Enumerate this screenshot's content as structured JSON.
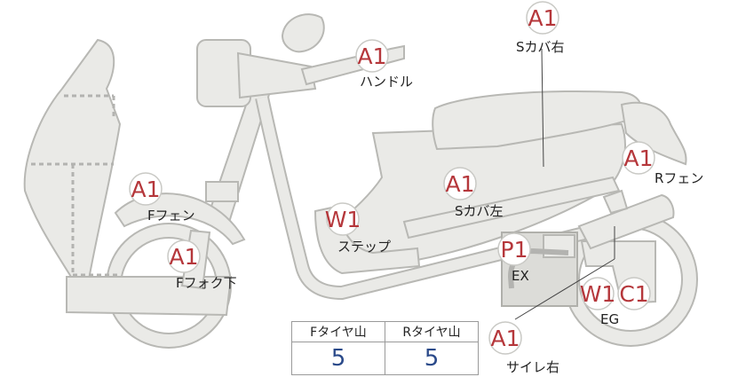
{
  "parts": [
    {
      "id": "s-cover-right",
      "grade": "A1",
      "label": "Sカバ右"
    },
    {
      "id": "handle",
      "grade": "A1",
      "label": "ハンドル"
    },
    {
      "id": "r-fender",
      "grade": "A1",
      "label": "Rフェン"
    },
    {
      "id": "f-fender",
      "grade": "A1",
      "label": "Fフェン"
    },
    {
      "id": "s-cover-left",
      "grade": "A1",
      "label": "Sカバ左"
    },
    {
      "id": "step",
      "grade": "W1",
      "label": "ステップ"
    },
    {
      "id": "exhaust",
      "grade": "P1",
      "label": "EX"
    },
    {
      "id": "f-fork-lower",
      "grade": "A1",
      "label": "Fフォク下"
    },
    {
      "id": "engine",
      "grades": [
        "W1",
        "C1"
      ],
      "label": "EG"
    },
    {
      "id": "side-cover-right",
      "grade": "A1",
      "label": "サイレ右"
    }
  ],
  "tread_table": {
    "headers": [
      "Fタイヤ山",
      "Rタイヤ山"
    ],
    "values": [
      "5",
      "5"
    ]
  },
  "colors": {
    "grade_text": "#b5373b",
    "tread_value": "#2b4a8a",
    "body_fill": "#eaeae7"
  }
}
